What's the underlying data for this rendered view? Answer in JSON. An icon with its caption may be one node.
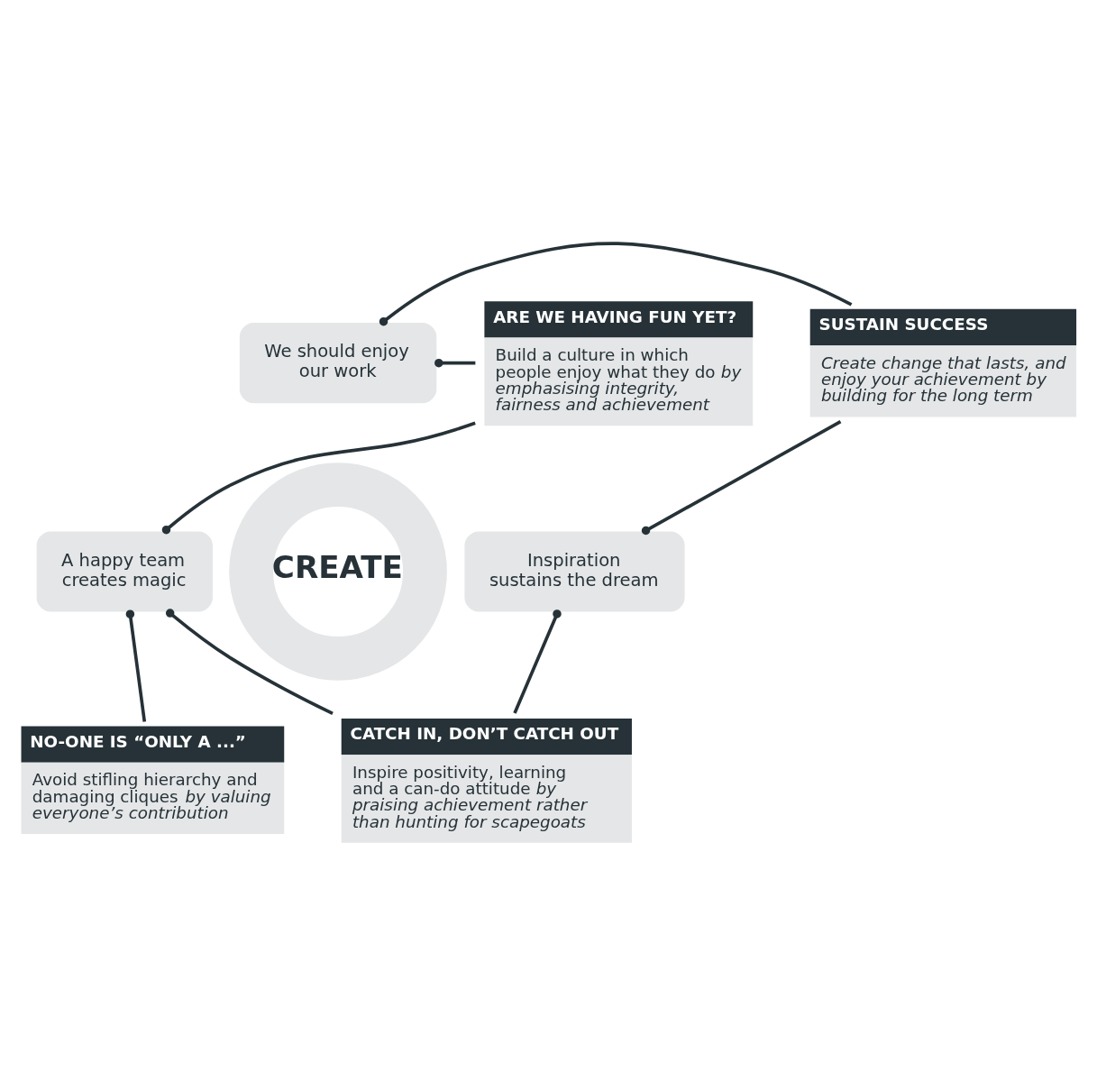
{
  "diagram": {
    "nodes": [
      {
        "text": [
          "CREATE"
        ]
      },
      {
        "text": [
          "We should enjoy our work"
        ]
      },
      {
        "text": [
          "Inspiration sustains the dream"
        ]
      },
      {
        "text": [
          "A happy team creates magic"
        ]
      },
      {
        "text": [
          "ARE WE HAVING FUN YET?",
          "Build a culture in which people enjoy what they do *by emphasising integrity, fairness and achievement*"
        ]
      },
      {
        "text": [
          "SUSTAIN SUCCESS",
          "Create change that lasts, and enjoy your achievement by building for the long term"
        ]
      },
      {
        "text": [
          "NO-ONE IS “ONLY A ...”",
          "Avoid stifling hierarchy and damaging cliques *by valuing everyone’s contribution*"
        ]
      },
      {
        "text": [
          "CATCH IN, DON’T CATCH OUT",
          "Inspire positivity, learning and a can-do attitude *by praising achievement rather than hunting for scapegoats*"
        ]
      }
    ],
    "edges": [
      {
        "from": 4,
        "to": 1,
        "arrow": "other"
      },
      {
        "from": 4,
        "to": 3,
        "arrow": "other"
      },
      {
        "from": 5,
        "to": 1,
        "arrow": "other"
      },
      {
        "from": 5,
        "to": 2,
        "arrow": "other"
      },
      {
        "from": 6,
        "to": 3,
        "arrow": "other"
      },
      {
        "from": 7,
        "to": 2,
        "arrow": "other"
      },
      {
        "from": 7,
        "to": 3,
        "arrow": "other"
      }
    ]
  }
}
